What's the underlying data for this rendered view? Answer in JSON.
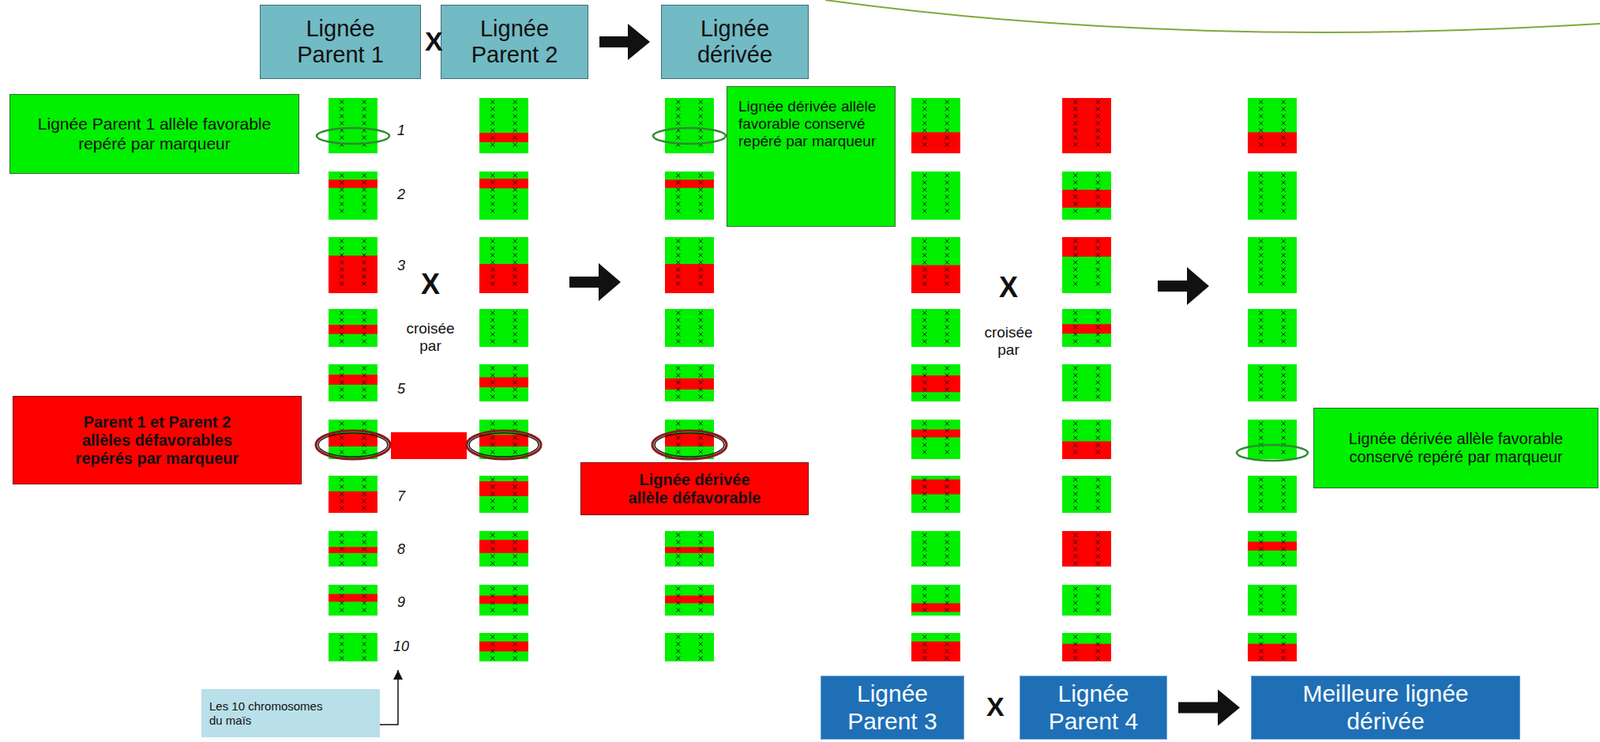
{
  "diagram": {
    "nodes": [
      {
        "text": [
          "Lignée Parent 1"
        ]
      },
      {
        "text": [
          "Lignée Parent 2"
        ]
      },
      {
        "text": [
          "Lignée dérivée"
        ]
      },
      {
        "text": [
          "Lignée Parent 1 allèle favorable repéré par marqueur"
        ]
      },
      {
        "text": [
          "Lignée dérivée allèle favorable conservé repéré par marqueur"
        ]
      },
      {
        "text": [
          "Parent 1 et Parent 2 allèles défavorables repérés par marqueur"
        ]
      },
      {
        "text": [
          "Lignée dérivée allèle défavorable"
        ]
      },
      {
        "text": [
          "Lignée dérivée allèle favorable conservé repéré par marqueur"
        ]
      },
      {
        "text": [
          "Les 10 chromosomes du maïs"
        ]
      },
      {
        "text": [
          "Lignée Parent 3"
        ]
      },
      {
        "text": [
          "Lignée Parent 4"
        ]
      },
      {
        "text": [
          "Meilleure lignée dérivée"
        ]
      }
    ],
    "edges": [
      {
        "from": 1,
        "to": 2,
        "arrow": "to"
      },
      {
        "from": 10,
        "to": 11,
        "arrow": "to"
      }
    ],
    "labels": [
      "X",
      "1",
      "2",
      "3",
      "X",
      "croisée par",
      "5",
      "7",
      "8",
      "9",
      "10",
      "X",
      "croisée par",
      "X"
    ]
  }
}
